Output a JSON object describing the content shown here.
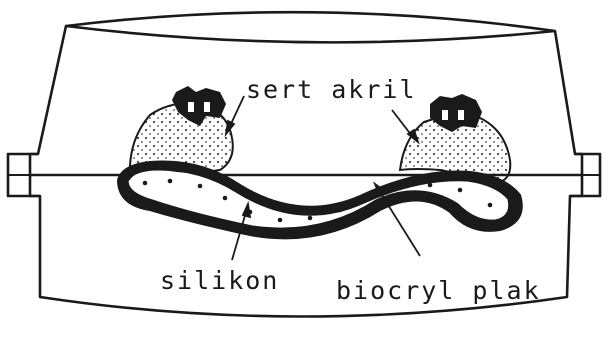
{
  "labels": {
    "hard_acrylic": "sert akril",
    "silicone": "silikon",
    "biocryl_plate": "biocryl plak"
  },
  "colors": {
    "ink": "#1a1a1a",
    "paper": "#ffffff"
  }
}
